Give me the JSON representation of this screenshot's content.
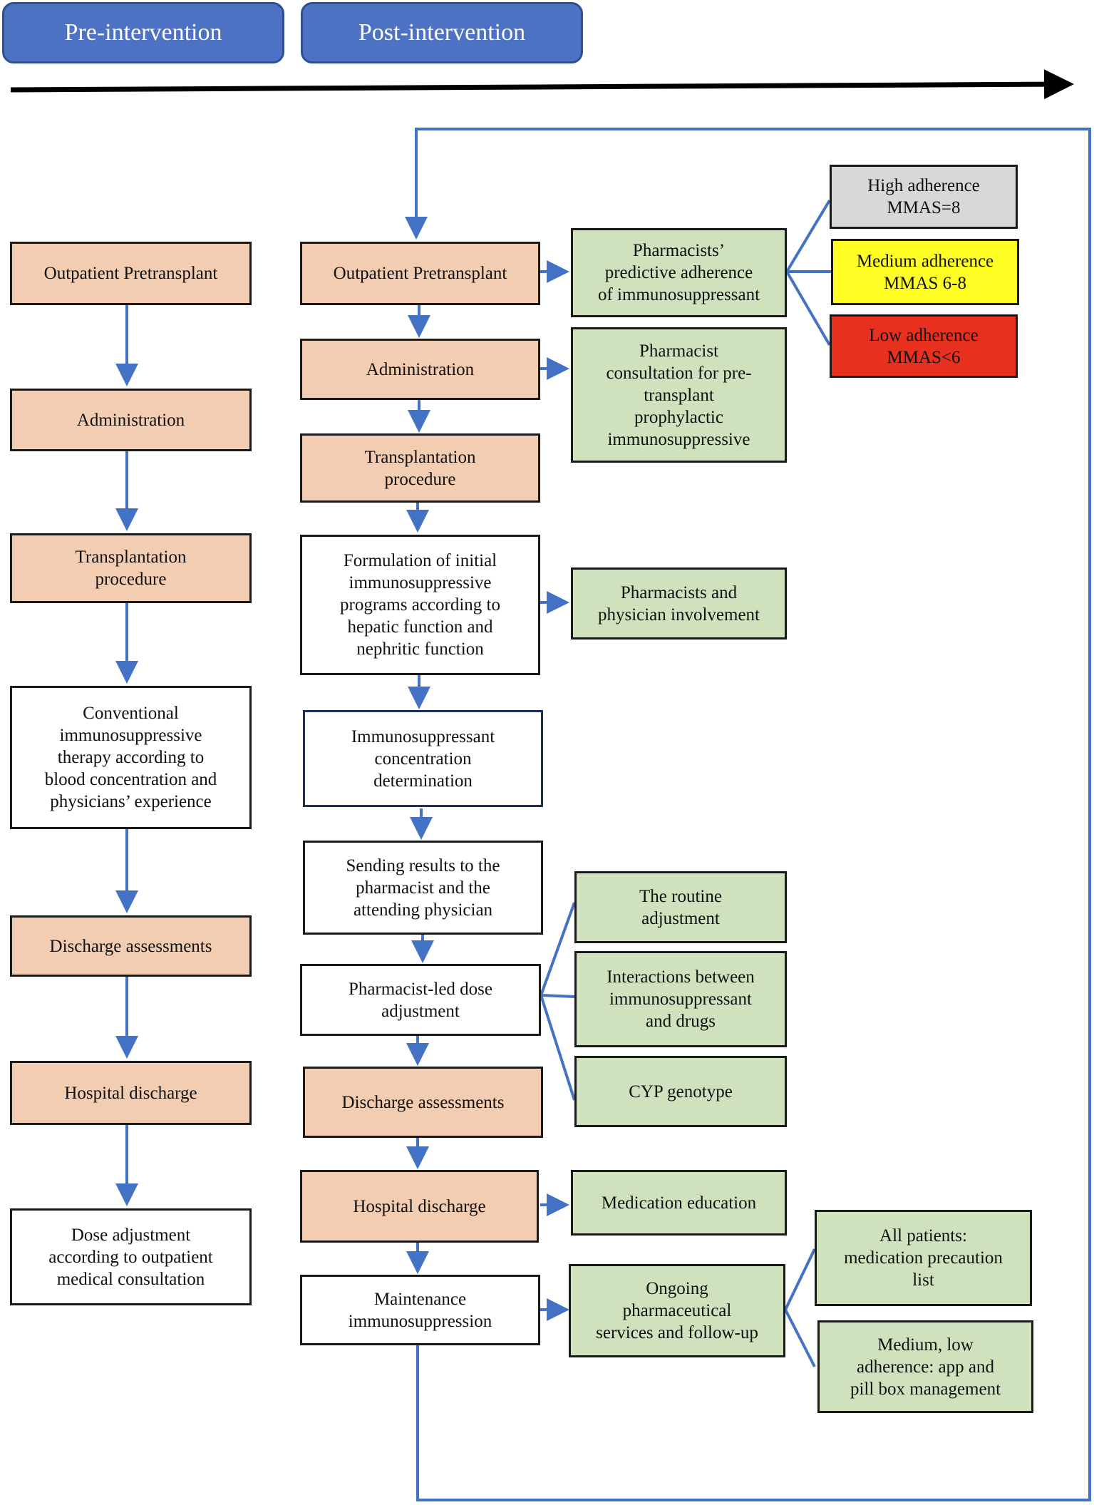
{
  "header": {
    "pre_label": "Pre-intervention",
    "post_label": "Post-intervention"
  },
  "pre": {
    "outpatient": "Outpatient Pretransplant",
    "administration": "Administration",
    "transplantation": "Transplantation\nprocedure",
    "conventional": "Conventional\nimmunosuppressive\ntherapy according to\nblood concentration and\nphysicians’ experience",
    "discharge_assessments": "Discharge assessments",
    "hospital_discharge": "Hospital discharge",
    "dose_adjustment": "Dose adjustment\naccording to outpatient\nmedical consultation"
  },
  "post": {
    "outpatient": "Outpatient Pretransplant",
    "administration": "Administration",
    "transplantation": "Transplantation\nprocedure",
    "formulation": "Formulation of initial\nimmunosuppressive\nprograms according to\nhepatic function and\nnephritic function",
    "concentration": "Immunosuppressant\nconcentration\ndetermination",
    "sending": "Sending results to the\npharmacist and the\nattending physician",
    "dose_adjustment": "Pharmacist-led dose\nadjustment",
    "discharge_assessments": "Discharge assessments",
    "hospital_discharge": "Hospital discharge",
    "maintenance": "Maintenance\nimmunosuppression"
  },
  "services": {
    "predictive": "Pharmacists’\npredictive adherence\nof immunosuppressant",
    "consultation": "Pharmacist\nconsultation for pre-\ntransplant\nprophylactic\nimmunosuppressive",
    "involvement": "Pharmacists and\nphysician involvement",
    "routine": "The routine\nadjustment",
    "interactions": "Interactions between\nimmunosuppressant\nand drugs",
    "cyp": "CYP genotype",
    "education": "Medication education",
    "ongoing": "Ongoing\npharmaceutical\nservices and follow-up"
  },
  "adherence": {
    "high": "High adherence\nMMAS=8",
    "medium": "Medium adherence\nMMAS 6-8",
    "low": "Low adherence\nMMAS<6"
  },
  "followup": {
    "all_patients": "All patients:\nmedication precaution\nlist",
    "medium_low": "Medium, low\nadherence: app and\npill box management"
  },
  "colors": {
    "arrow_blue": "#4472c4",
    "peach": "#f3cdb1",
    "green": "#cfe2bd",
    "tab_blue": "#4d72c4",
    "high": "#d8d8d8",
    "medium": "#ffff26",
    "low": "#e7311e"
  }
}
